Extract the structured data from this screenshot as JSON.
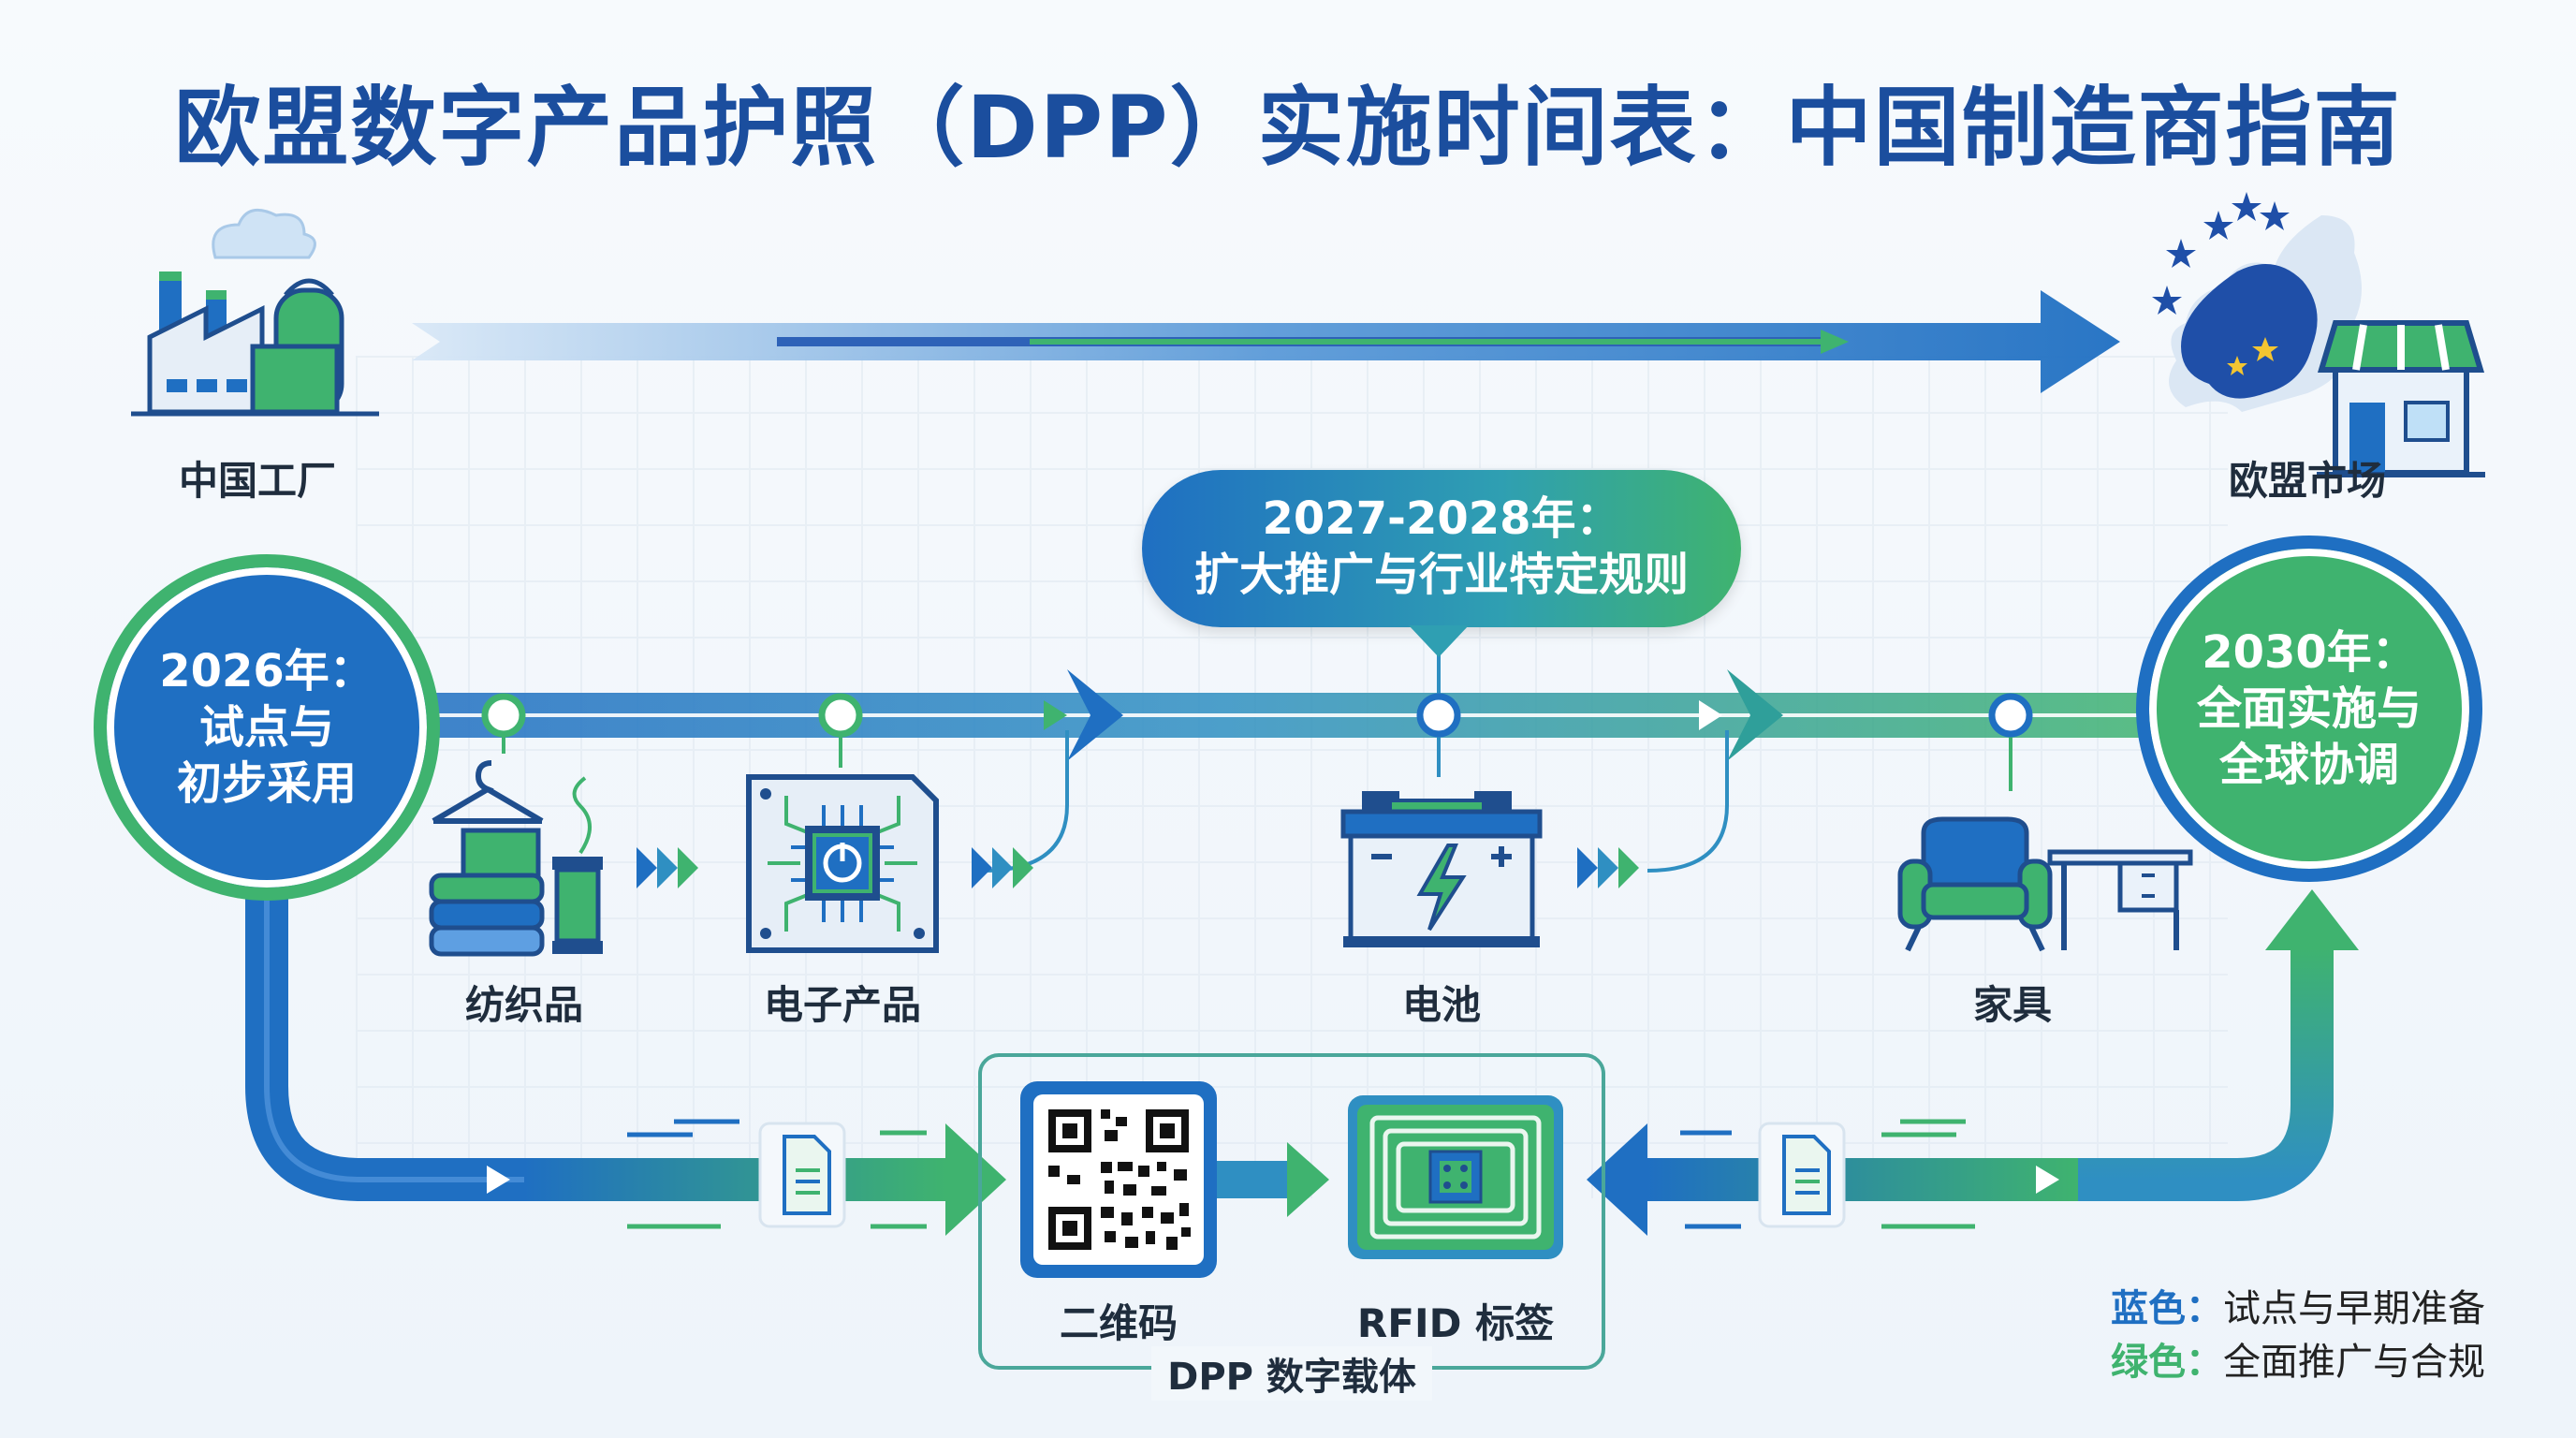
{
  "title": "欧盟数字产品护照（DPP）实施时间表：中国制造商指南",
  "top_flow": {
    "left_label": "中国工厂",
    "right_label": "欧盟市场"
  },
  "phase_start": {
    "line1": "2026年：",
    "line2": "试点与",
    "line3": "初步采用"
  },
  "phase_middle": {
    "line1": "2027-2028年：",
    "line2": "扩大推广与行业特定规则"
  },
  "phase_end": {
    "line1": "2030年：",
    "line2": "全面实施与",
    "line3": "全球协调"
  },
  "products": [
    {
      "label": "纺织品",
      "icon": "textiles-icon"
    },
    {
      "label": "电子产品",
      "icon": "electronics-chip-icon"
    },
    {
      "label": "电池",
      "icon": "battery-icon"
    },
    {
      "label": "家具",
      "icon": "furniture-icon"
    }
  ],
  "carriers": {
    "group_label": "DPP 数字载体",
    "qr_label": "二维码",
    "rfid_label": "RFID 标签"
  },
  "legend": {
    "blue_key": "蓝色：",
    "blue_text": "试点与早期准备",
    "green_key": "绿色：",
    "green_text": "全面推广与合规"
  },
  "colors": {
    "blue": "#1f6fc2",
    "dark_blue": "#1b4e9e",
    "green": "#3fb36f",
    "teal": "#2f9fb2"
  }
}
